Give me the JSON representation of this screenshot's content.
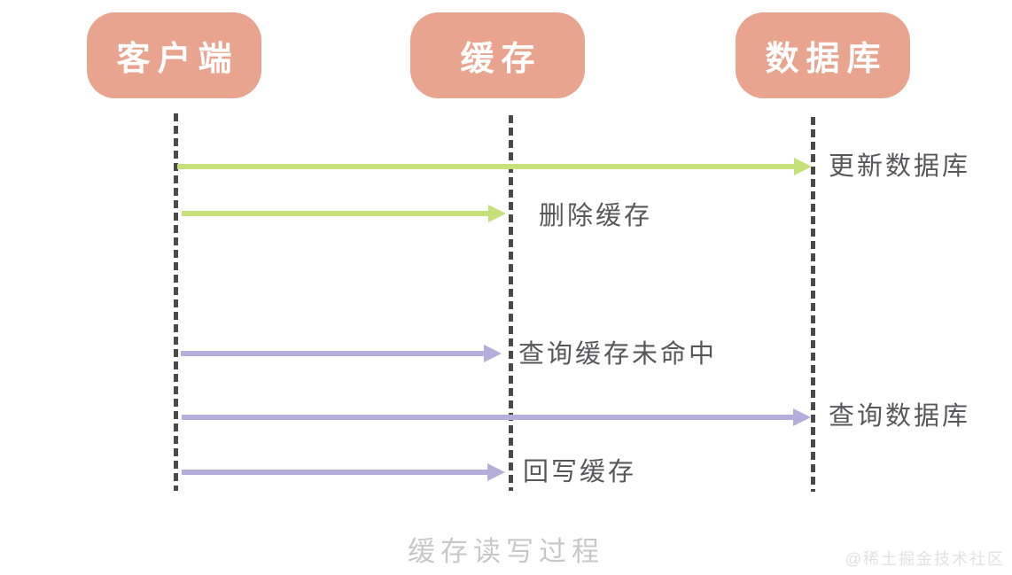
{
  "diagram": {
    "actors": [
      {
        "label": "客户端"
      },
      {
        "label": "缓存"
      },
      {
        "label": "数据库"
      }
    ],
    "messages": [
      {
        "label": "更新数据库",
        "from": "客户端",
        "to": "数据库",
        "color": "#C6E07A"
      },
      {
        "label": "删除缓存",
        "from": "客户端",
        "to": "缓存",
        "color": "#C6E07A"
      },
      {
        "label": "查询缓存未命中",
        "from": "客户端",
        "to": "缓存",
        "color": "#B5AEDB"
      },
      {
        "label": "查询数据库",
        "from": "客户端",
        "to": "数据库",
        "color": "#B5AEDB"
      },
      {
        "label": "回写缓存",
        "from": "客户端",
        "to": "缓存",
        "color": "#B5AEDB"
      }
    ],
    "caption": "缓存读写过程",
    "watermark": "@稀土掘金技术社区",
    "colors": {
      "actor_fill": "#E9A490",
      "actor_text": "#FFFFFF",
      "arrow_green": "#C6E07A",
      "arrow_purple": "#B5AEDB",
      "lifeline": "#4A4A4A",
      "label_text": "#58585A",
      "caption_text": "#C8C8C8",
      "watermark_text": "#E2E2E2",
      "background": "#FFFFFF"
    }
  }
}
